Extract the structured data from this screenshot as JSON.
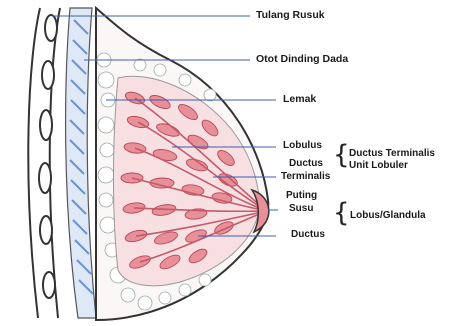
{
  "labels": {
    "tulang_rusuk": "Tulang Rusuk",
    "otot_dinding_dada": "Otot Dinding Dada",
    "lemak": "Lemak",
    "lobulus": "Lobulus",
    "ductus_terminalis_1": "Ductus",
    "ductus_terminalis_2": "Terminalis",
    "dtlu_line1": "Ductus Terminalis",
    "dtlu_line2": "Unit Lobuler",
    "puting_1": "Puting",
    "puting_2": "Susu",
    "lobus_glandula": "Lobus/Glandula",
    "ductus": "Ductus"
  },
  "colors": {
    "outline": "#3a3a3a",
    "lobule_fill": "#e88f98",
    "lobule_stroke": "#b5485a",
    "tissue_pink": "#f7dfe2",
    "muscle_blue": "#6f93cf",
    "label_line": "#3d5fb0"
  }
}
